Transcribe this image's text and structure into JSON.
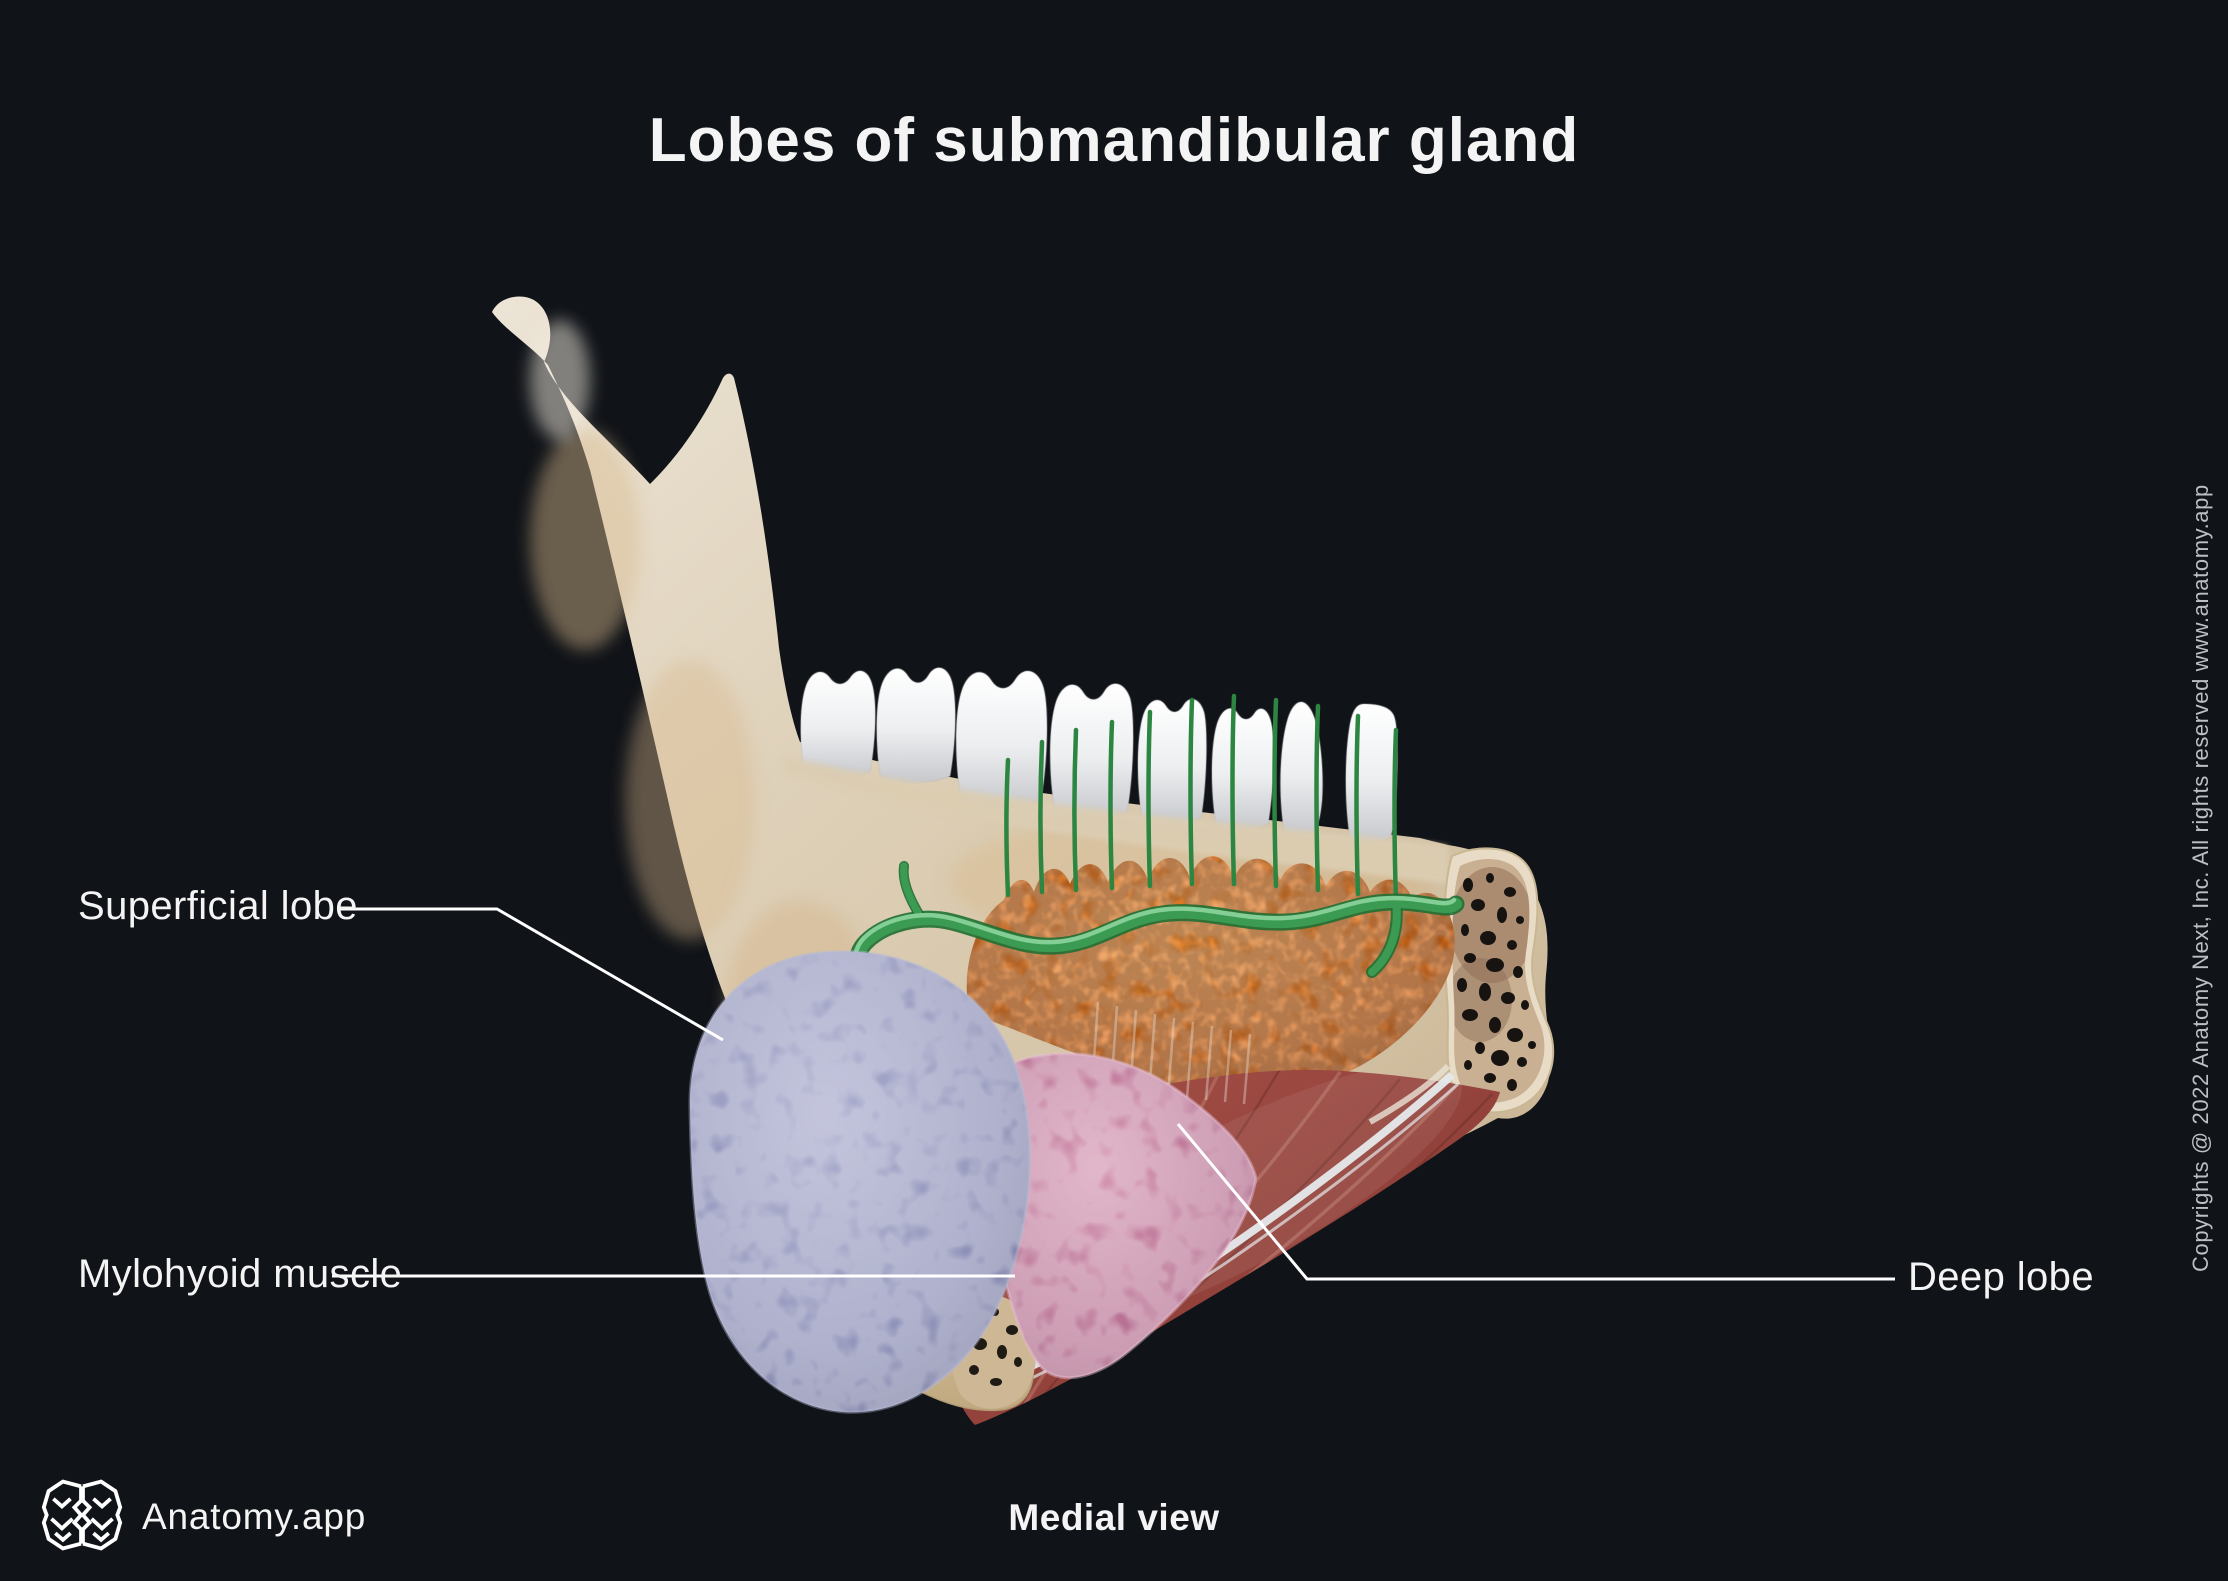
{
  "title": "Lobes of submandibular gland",
  "caption": "Medial view",
  "brand": "Anatomy.app",
  "copyright": "Copyrights @ 2022 Anatomy Next, Inc. All rights reserved www.anatomy.app",
  "annotations": [
    {
      "label": "Superficial lobe",
      "target": "superficial-lobe"
    },
    {
      "label": "Mylohyoid muscle",
      "target": "mylohyoid-muscle"
    },
    {
      "label": "Deep lobe",
      "target": "deep-lobe"
    }
  ],
  "icons": {
    "brand_logo": "brain-logo-icon"
  },
  "colors": {
    "background": "#101318",
    "text": "#f4f4f4",
    "leader": "#ffffff",
    "copyright_text": "#bdbfc2",
    "bone": "#e3d6bf",
    "teeth": "#f3f4f6",
    "gland_orange": "#e0731c",
    "duct_green": "#3c9b52",
    "superficial_lobe_blue": "#9a9cc2",
    "deep_lobe_pink": "#c27f9f",
    "muscle_red": "#9c4a42"
  }
}
